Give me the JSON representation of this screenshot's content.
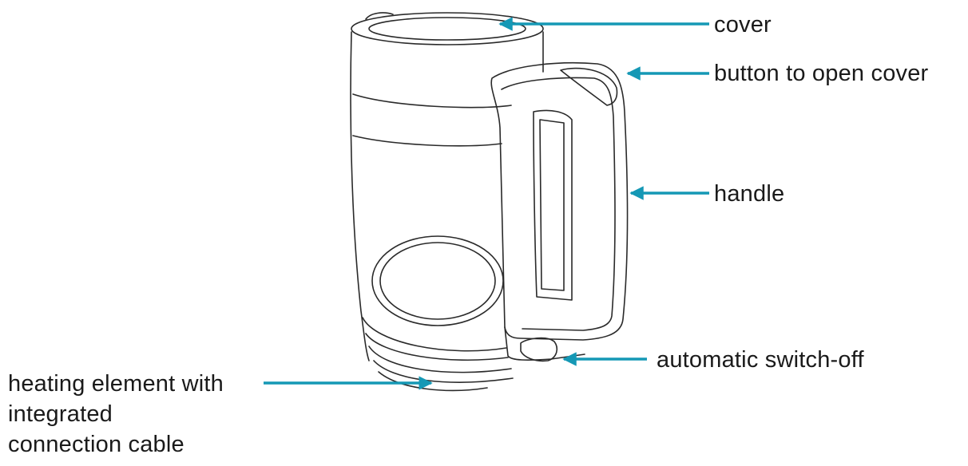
{
  "diagram": {
    "subject": "kettle-line-drawing",
    "arrow_color": "#1598b5",
    "outline_color": "#2a2a2a",
    "labels": {
      "cover": "cover",
      "button": "button to open cover",
      "handle": "handle",
      "switch": "automatic switch-off",
      "heating_line1": "heating element with",
      "heating_line2": "integrated",
      "heating_line3": "connection cable"
    }
  }
}
